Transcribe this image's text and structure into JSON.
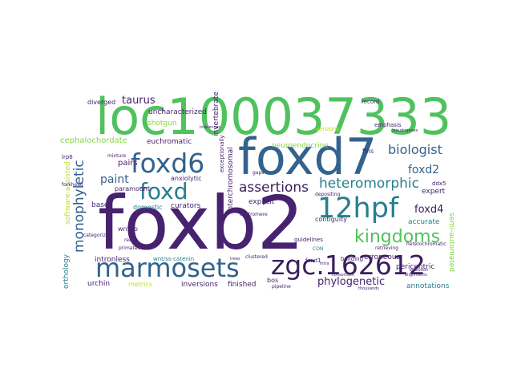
{
  "cloud": {
    "colors": {
      "purple": "#46226f",
      "green": "#4fc25d",
      "teal": "#277f8e",
      "blue": "#33628d",
      "lightgreen": "#86d549",
      "yellowgreen": "#bddf26",
      "darkpurple": "#3b1e5c"
    },
    "words": {
      "foxb2": "foxb2",
      "loc": "loc100037333",
      "foxd7": "foxd7",
      "marmosets": "marmosets",
      "zgc": "zgc.162612",
      "foxd6": "foxd6",
      "foxd": "foxd",
      "hpf": "12hpf",
      "kingdoms": "kingdoms",
      "biologist": "biologist",
      "heteromorphic": "heteromorphic",
      "assertions": "assertions",
      "monophyletic": "monophyletic",
      "foxd2": "foxd2",
      "foxd4": "foxd4",
      "phylogenetic": "phylogenetic",
      "taurus": "taurus",
      "interchromosomal": "interchromosomal",
      "paint": "paint",
      "cephalochordate": "cephalochordate",
      "euchromatic": "euchromatic",
      "neuroendocrine": "neuroendocrine",
      "shotgun": "shotgun",
      "uncharacterized": "uncharacterized",
      "diverged": "diverged",
      "invertebrate": "invertebrate",
      "pairs": "pairs",
      "paramount": "paramount",
      "anxiolytic": "anxiolytic",
      "curators": "curators",
      "domestic": "domestic",
      "explicit": "explicit",
      "contiguity": "contiguity",
      "erroneous": "erroneous",
      "accurate": "accurate",
      "semi_automated": "semi-automated",
      "pericentric": "pericentric",
      "intronless": "intronless",
      "wnt_catenin": "wnt/ss-catenin",
      "urchin": "urchin",
      "inversions": "inversions",
      "finished": "finished",
      "bos": "bos",
      "annotations": "annotations",
      "orthology": "orthology",
      "software_assisted": "software-assisted",
      "base": "base",
      "wnt7b": "wnt7b",
      "expert": "expert",
      "ddx5": "ddx5",
      "fins": "fins",
      "heterochromatic": "heterochromatic",
      "guidelines": "guidelines",
      "building": "building",
      "foxd1": "foxd1",
      "con": "CON",
      "pipeline": "pipeline",
      "metrics": "metrics",
      "emphasis": "emphasis",
      "record": "record",
      "exceptionally": "exceptionally",
      "forkhead": "forkhead",
      "centromere": "centromere",
      "depositing": "depositing",
      "retrieving": "retrieving",
      "primates": "primates",
      "reads": "reads",
      "lrp6": "lrp6",
      "gaps": "gaps",
      "mixture": "mixture",
      "categorized": "categorized",
      "clustered": "clustered",
      "versions": "versions",
      "alignments": "alignments",
      "evolution": "evolution",
      "consortium": "consortium",
      "trees": "trees",
      "inferences": "inferences",
      "intra": "intra",
      "pseudogenes": "pseudogenes",
      "thousands": "thousands"
    }
  }
}
